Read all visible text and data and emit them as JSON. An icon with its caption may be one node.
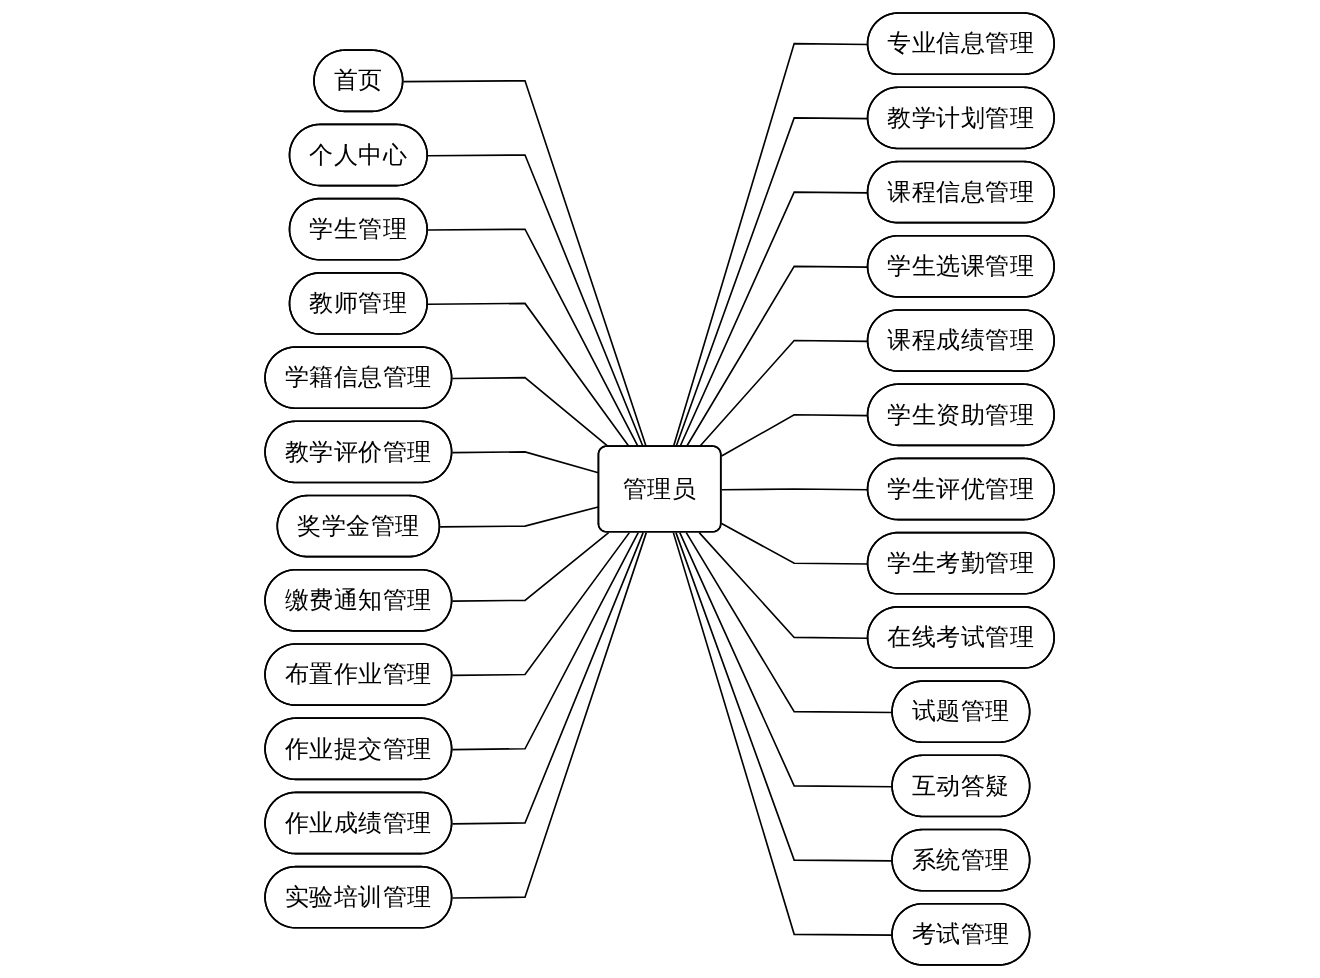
{
  "diagram": {
    "nodes": [
      {
        "text": [
          "管理员"
        ]
      },
      {
        "text": [
          "首页"
        ]
      },
      {
        "text": [
          "个人中心"
        ]
      },
      {
        "text": [
          "学生管理"
        ]
      },
      {
        "text": [
          "教师管理"
        ]
      },
      {
        "text": [
          "学籍信息管理"
        ]
      },
      {
        "text": [
          "专业信息管理"
        ]
      },
      {
        "text": [
          "教学计划管理"
        ]
      },
      {
        "text": [
          "课程信息管理"
        ]
      },
      {
        "text": [
          "学生选课管理"
        ]
      },
      {
        "text": [
          "课程成绩管理"
        ]
      },
      {
        "text": [
          "教学评价管理"
        ]
      },
      {
        "text": [
          "学生资助管理"
        ]
      },
      {
        "text": [
          "奖学金管理"
        ]
      },
      {
        "text": [
          "学生评优管理"
        ]
      },
      {
        "text": [
          "缴费通知管理"
        ]
      },
      {
        "text": [
          "学生考勤管理"
        ]
      },
      {
        "text": [
          "布置作业管理"
        ]
      },
      {
        "text": [
          "作业提交管理"
        ]
      },
      {
        "text": [
          "作业成绩管理"
        ]
      },
      {
        "text": [
          "实验培训管理"
        ]
      },
      {
        "text": [
          "在线考试管理"
        ]
      },
      {
        "text": [
          "试题管理"
        ]
      },
      {
        "text": [
          "互动答疑"
        ]
      },
      {
        "text": [
          "系统管理"
        ]
      },
      {
        "text": [
          "考试管理"
        ]
      }
    ],
    "edges": [
      {
        "from": 1,
        "to": 0,
        "arrow": "none"
      },
      {
        "from": 2,
        "to": 0,
        "arrow": "none"
      },
      {
        "from": 3,
        "to": 0,
        "arrow": "none"
      },
      {
        "from": 4,
        "to": 0,
        "arrow": "none"
      },
      {
        "from": 5,
        "to": 0,
        "arrow": "none"
      },
      {
        "from": 0,
        "to": 6,
        "arrow": "none"
      },
      {
        "from": 0,
        "to": 7,
        "arrow": "none"
      },
      {
        "from": 0,
        "to": 8,
        "arrow": "none"
      },
      {
        "from": 0,
        "to": 9,
        "arrow": "none"
      },
      {
        "from": 0,
        "to": 10,
        "arrow": "none"
      },
      {
        "from": 11,
        "to": 0,
        "arrow": "none"
      },
      {
        "from": 0,
        "to": 12,
        "arrow": "none"
      },
      {
        "from": 13,
        "to": 0,
        "arrow": "none"
      },
      {
        "from": 0,
        "to": 14,
        "arrow": "none"
      },
      {
        "from": 15,
        "to": 0,
        "arrow": "none"
      },
      {
        "from": 0,
        "to": 16,
        "arrow": "none"
      },
      {
        "from": 17,
        "to": 0,
        "arrow": "none"
      },
      {
        "from": 18,
        "to": 0,
        "arrow": "none"
      },
      {
        "from": 19,
        "to": 0,
        "arrow": "none"
      },
      {
        "from": 20,
        "to": 0,
        "arrow": "none"
      },
      {
        "from": 0,
        "to": 21,
        "arrow": "none"
      },
      {
        "from": 0,
        "to": 22,
        "arrow": "none"
      },
      {
        "from": 0,
        "to": 23,
        "arrow": "none"
      },
      {
        "from": 0,
        "to": 24,
        "arrow": "none"
      },
      {
        "from": 0,
        "to": 25,
        "arrow": "none"
      }
    ]
  }
}
